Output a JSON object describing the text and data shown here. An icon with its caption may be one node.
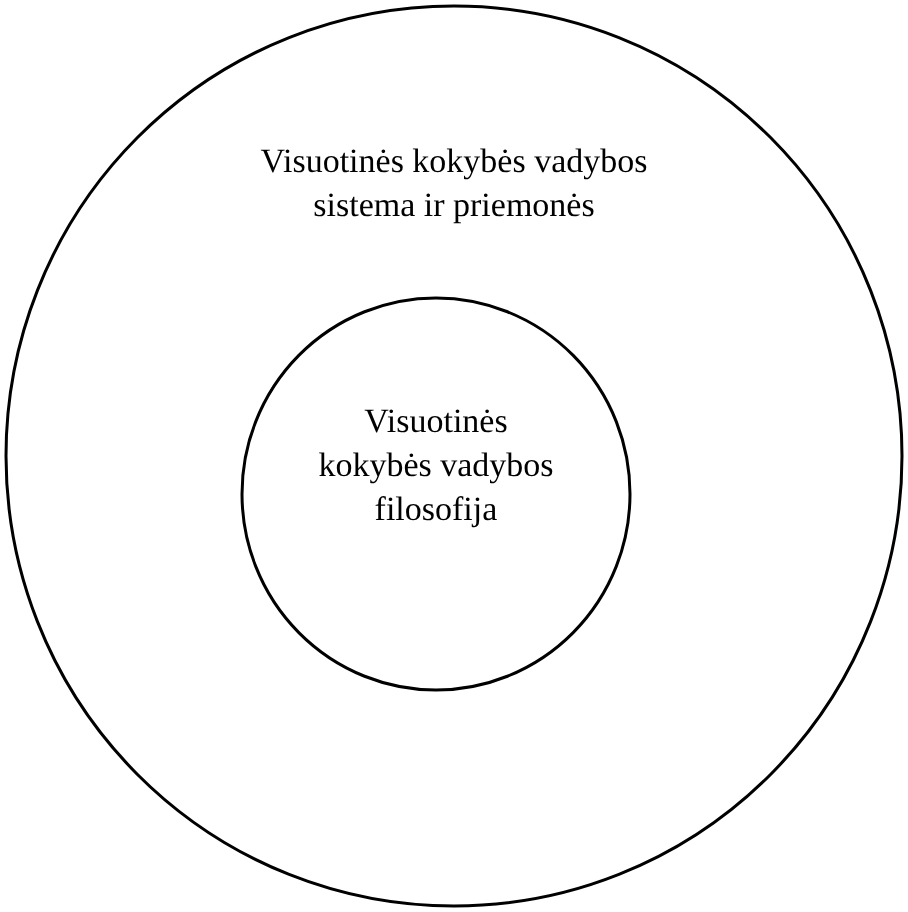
{
  "diagram": {
    "nodes": [
      {
        "text": [
          "Visuotinės kokybės vadybos sistema ir priemonės"
        ]
      },
      {
        "text": [
          "Visuotinės kokybės vadybos filosofija"
        ],
        "in": 0
      }
    ]
  }
}
